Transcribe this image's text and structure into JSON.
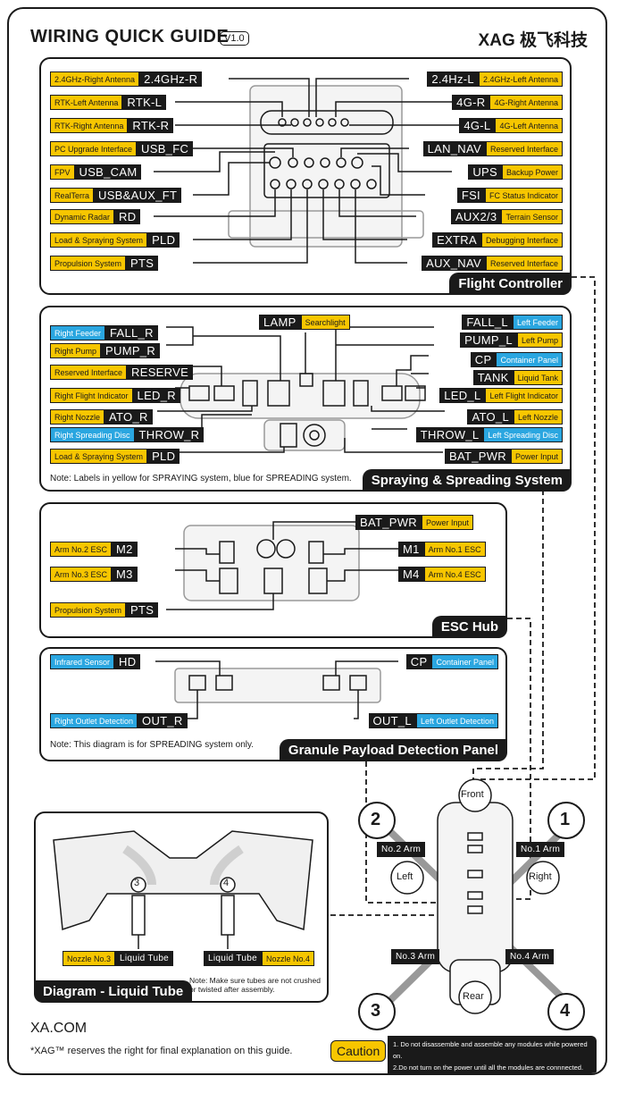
{
  "header": {
    "title": "WIRING QUICK GUIDE",
    "version": "V1.0",
    "brand": "XAG 极飞科技"
  },
  "flight_controller": {
    "title": "Flight Controller",
    "left": [
      {
        "code": "2.4GHz-R",
        "desc": "2.4GHz-Right Antenna",
        "color": "y"
      },
      {
        "code": "RTK-L",
        "desc": "RTK-Left Antenna",
        "color": "y"
      },
      {
        "code": "RTK-R",
        "desc": "RTK-Right Antenna",
        "color": "y"
      },
      {
        "code": "USB_FC",
        "desc": "PC Upgrade Interface",
        "color": "y"
      },
      {
        "code": "USB_CAM",
        "desc": "FPV",
        "color": "y"
      },
      {
        "code": "USB&AUX_FT",
        "desc": "RealTerra",
        "color": "y"
      },
      {
        "code": "RD",
        "desc": "Dynamic Radar",
        "color": "y"
      },
      {
        "code": "PLD",
        "desc": "Load & Spraying System",
        "color": "y"
      },
      {
        "code": "PTS",
        "desc": "Propulsion System",
        "color": "y"
      }
    ],
    "right": [
      {
        "code": "2.4Hz-L",
        "desc": "2.4GHz-Left Antenna",
        "color": "y"
      },
      {
        "code": "4G-R",
        "desc": "4G-Right Antenna",
        "color": "y"
      },
      {
        "code": "4G-L",
        "desc": "4G-Left Antenna",
        "color": "y"
      },
      {
        "code": "LAN_NAV",
        "desc": "Reserved Interface",
        "color": "y"
      },
      {
        "code": "UPS",
        "desc": "Backup Power",
        "color": "y"
      },
      {
        "code": "FSI",
        "desc": "FC Status Indicator",
        "color": "y"
      },
      {
        "code": "AUX2/3",
        "desc": "Terrain Sensor",
        "color": "y"
      },
      {
        "code": "EXTRA",
        "desc": "Debugging Interface",
        "color": "y"
      },
      {
        "code": "AUX_NAV",
        "desc": "Reserved Interface",
        "color": "y"
      }
    ]
  },
  "spraying": {
    "title": "Spraying & Spreading System",
    "note": "Note: Labels in yellow for SPRAYING system, blue for SPREADING system.",
    "lamp": {
      "code": "LAMP",
      "desc": "Searchlight"
    },
    "left": [
      {
        "code": "FALL_R",
        "desc": "Right Feeder",
        "color": "b"
      },
      {
        "code": "PUMP_R",
        "desc": "Right Pump",
        "color": "y"
      },
      {
        "code": "RESERVE",
        "desc": "Reserved Interface",
        "color": "y"
      },
      {
        "code": "LED_R",
        "desc": "Right Flight Indicator",
        "color": "y"
      },
      {
        "code": "ATO_R",
        "desc": "Right Nozzle",
        "color": "y"
      },
      {
        "code": "THROW_R",
        "desc": "Right Spreading Disc",
        "color": "b"
      },
      {
        "code": "PLD",
        "desc": "Load & Spraying System",
        "color": "y"
      }
    ],
    "right": [
      {
        "code": "FALL_L",
        "desc": "Left Feeder",
        "color": "b"
      },
      {
        "code": "PUMP_L",
        "desc": "Left Pump",
        "color": "y"
      },
      {
        "code": "CP",
        "desc": "Container Panel",
        "color": "b"
      },
      {
        "code": "TANK",
        "desc": "Liquid Tank",
        "color": "y"
      },
      {
        "code": "LED_L",
        "desc": "Left Flight Indicator",
        "color": "y"
      },
      {
        "code": "ATO_L",
        "desc": "Left Nozzle",
        "color": "y"
      },
      {
        "code": "THROW_L",
        "desc": "Left Spreading Disc",
        "color": "b"
      },
      {
        "code": "BAT_PWR",
        "desc": "Power Input",
        "color": "y"
      }
    ]
  },
  "esc": {
    "title": "ESC Hub",
    "bat": {
      "code": "BAT_PWR",
      "desc": "Power Input"
    },
    "m2": {
      "code": "M2",
      "desc": "Arm No.2 ESC"
    },
    "m3": {
      "code": "M3",
      "desc": "Arm No.3 ESC"
    },
    "m1": {
      "code": "M1",
      "desc": "Arm No.1 ESC"
    },
    "m4": {
      "code": "M4",
      "desc": "Arm No.4 ESC"
    },
    "pts": {
      "code": "PTS",
      "desc": "Propulsion System"
    }
  },
  "granule": {
    "title": "Granule Payload Detection Panel",
    "note": "Note: This diagram is for SPREADING system only.",
    "hd": {
      "code": "HD",
      "desc": "Infrared Sensor"
    },
    "cp": {
      "code": "CP",
      "desc": "Container Panel"
    },
    "out_r": {
      "code": "OUT_R",
      "desc": "Right Outlet Detection"
    },
    "out_l": {
      "code": "OUT_L",
      "desc": "Left Outlet Detection"
    }
  },
  "liquid_tube": {
    "title": "Diagram - Liquid Tube",
    "nozzle3": "Nozzle No.3",
    "tube": "Liquid Tube",
    "nozzle4": "Nozzle No.4",
    "num3": "3",
    "num4": "4",
    "note": "Note: Make sure tubes are not crushed or twisted after assembly."
  },
  "drone": {
    "front": "Front",
    "rear": "Rear",
    "left": "Left",
    "right": "Right",
    "arm1": "No.1 Arm",
    "arm2": "No.2 Arm",
    "arm3": "No.3 Arm",
    "arm4": "No.4 Arm",
    "n1": "1",
    "n2": "2",
    "n3": "3",
    "n4": "4"
  },
  "footer": {
    "site": "XA.COM",
    "disclaimer": "*XAG™ reserves the right for final explanation on this guide.",
    "caution_label": "Caution",
    "caution_1": "1. Do not disassemble and assemble any modules while powered on.",
    "caution_2": "2.Do not turn on the power until all the modules are connnected."
  },
  "colors": {
    "yellow": "#f7c600",
    "blue": "#2aa6e0",
    "black": "#1a1a1a"
  }
}
